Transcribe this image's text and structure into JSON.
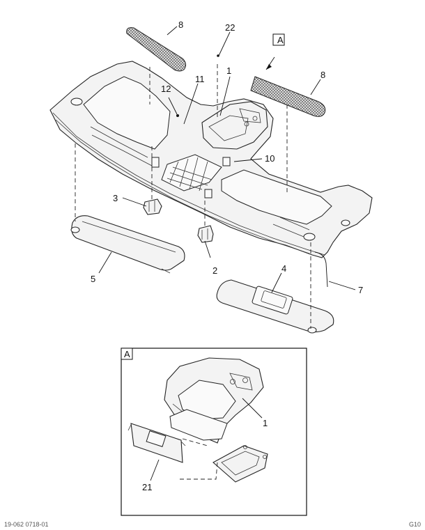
{
  "callouts": {
    "c1": "1",
    "c2": "2",
    "c3": "3",
    "c4": "4",
    "c5": "5",
    "c7": "7",
    "c8a": "8",
    "c8b": "8",
    "c10": "10",
    "c11": "11",
    "c12": "12",
    "c22": "22",
    "detail_1": "1",
    "detail_21": "21"
  },
  "view_marker": "A",
  "detail_marker": "A",
  "footer": {
    "left": "19-062 0718-01",
    "right": "G10"
  }
}
